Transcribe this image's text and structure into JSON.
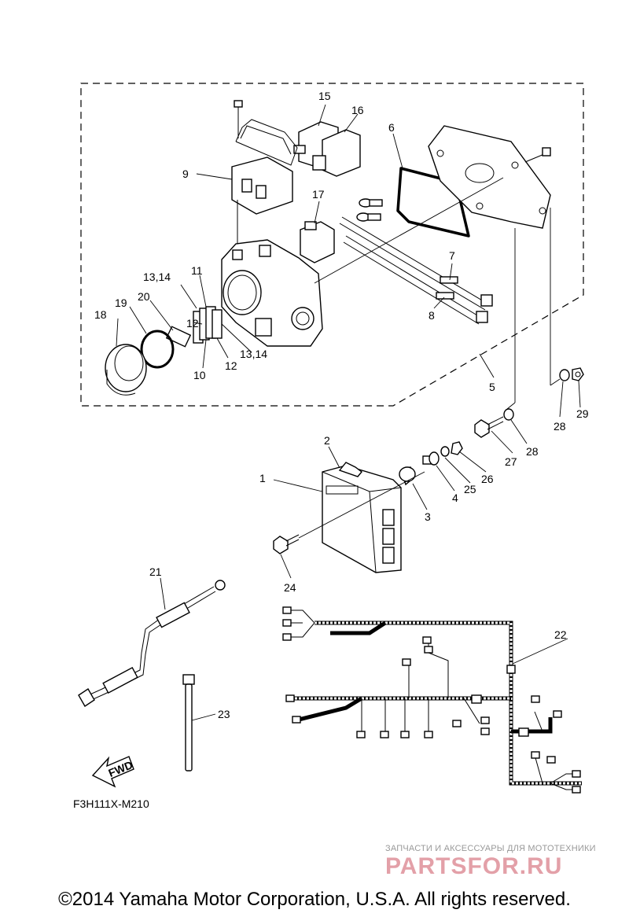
{
  "callouts": [
    "1",
    "2",
    "3",
    "4",
    "5",
    "6",
    "7",
    "8",
    "9",
    "10",
    "11",
    "12",
    "12",
    "13,14",
    "13,14",
    "15",
    "16",
    "17",
    "18",
    "19",
    "20",
    "21",
    "22",
    "23",
    "24",
    "25",
    "26",
    "27",
    "28",
    "28",
    "29"
  ],
  "figure_code": "F3H111X-M210",
  "fwd_label": "FWD",
  "watermark": {
    "tagline": "ЗАПЧАСТИ И АКСЕССУАРЫ ДЛЯ МОТОТЕХНИКИ",
    "logo": "PARTSFOR.RU"
  },
  "copyright": "©2014 Yamaha Motor Corporation, U.S.A. All rights reserved."
}
